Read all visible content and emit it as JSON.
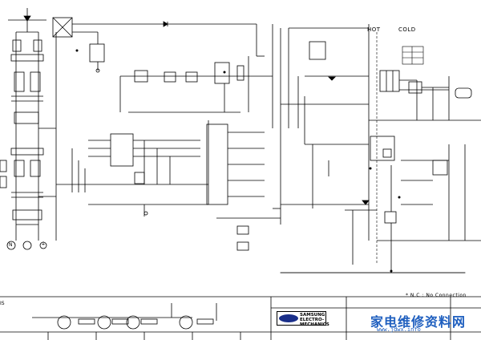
{
  "labels": {
    "hot": "HOT",
    "cold": "COLD",
    "nc_note": "* N.C : No Connection",
    "left_margin": "IS",
    "n_terminal": "N",
    "gnd_terminal": "⏚",
    "logo_brand": "SAMSUNG",
    "logo_sub": "ELECTRO-MECHANICS",
    "watermark": "家电维修资料网",
    "watermark_url": "www.jdwx.info"
  },
  "colors": {
    "line": "#000000",
    "logo": "#1a2f8a",
    "watermark": "#1f5fbf"
  }
}
